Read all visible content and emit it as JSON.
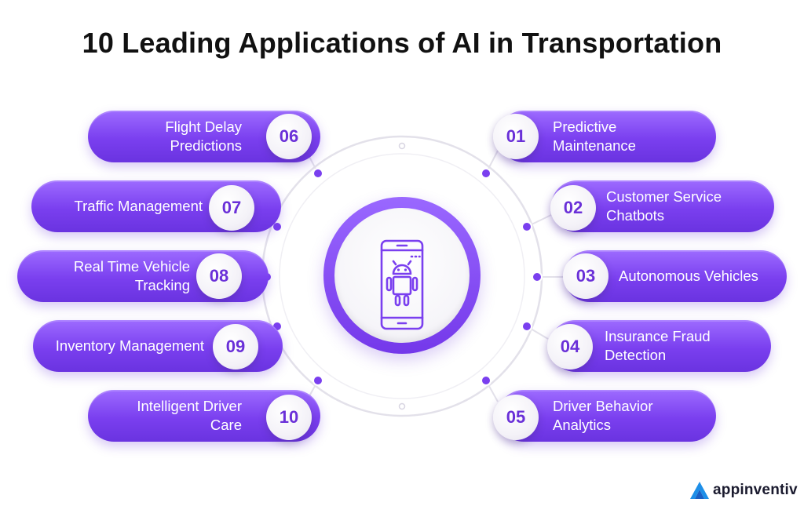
{
  "title": "10 Leading Applications of AI in Transportation",
  "brand": {
    "name": "appinventiv",
    "logo_icon": "appinventiv-logo-icon"
  },
  "center_icon": "android-phone-icon",
  "colors": {
    "accent": "#7a3fef",
    "accent_light": "#9d6bff",
    "number": "#6a30d8",
    "title": "#111111"
  },
  "left_items": [
    {
      "number": "06",
      "label_line1": "Flight Delay",
      "label_line2": "Predictions"
    },
    {
      "number": "07",
      "label_line1": "Traffic Management",
      "label_line2": ""
    },
    {
      "number": "08",
      "label_line1": "Real Time Vehicle",
      "label_line2": "Tracking"
    },
    {
      "number": "09",
      "label_line1": "Inventory Management",
      "label_line2": ""
    },
    {
      "number": "10",
      "label_line1": "Intelligent Driver",
      "label_line2": "Care"
    }
  ],
  "right_items": [
    {
      "number": "01",
      "label_line1": "Predictive",
      "label_line2": "Maintenance"
    },
    {
      "number": "02",
      "label_line1": "Customer Service",
      "label_line2": "Chatbots"
    },
    {
      "number": "03",
      "label_line1": "Autonomous Vehicles",
      "label_line2": ""
    },
    {
      "number": "04",
      "label_line1": "Insurance Fraud",
      "label_line2": "Detection"
    },
    {
      "number": "05",
      "label_line1": "Driver Behavior",
      "label_line2": "Analytics"
    }
  ]
}
